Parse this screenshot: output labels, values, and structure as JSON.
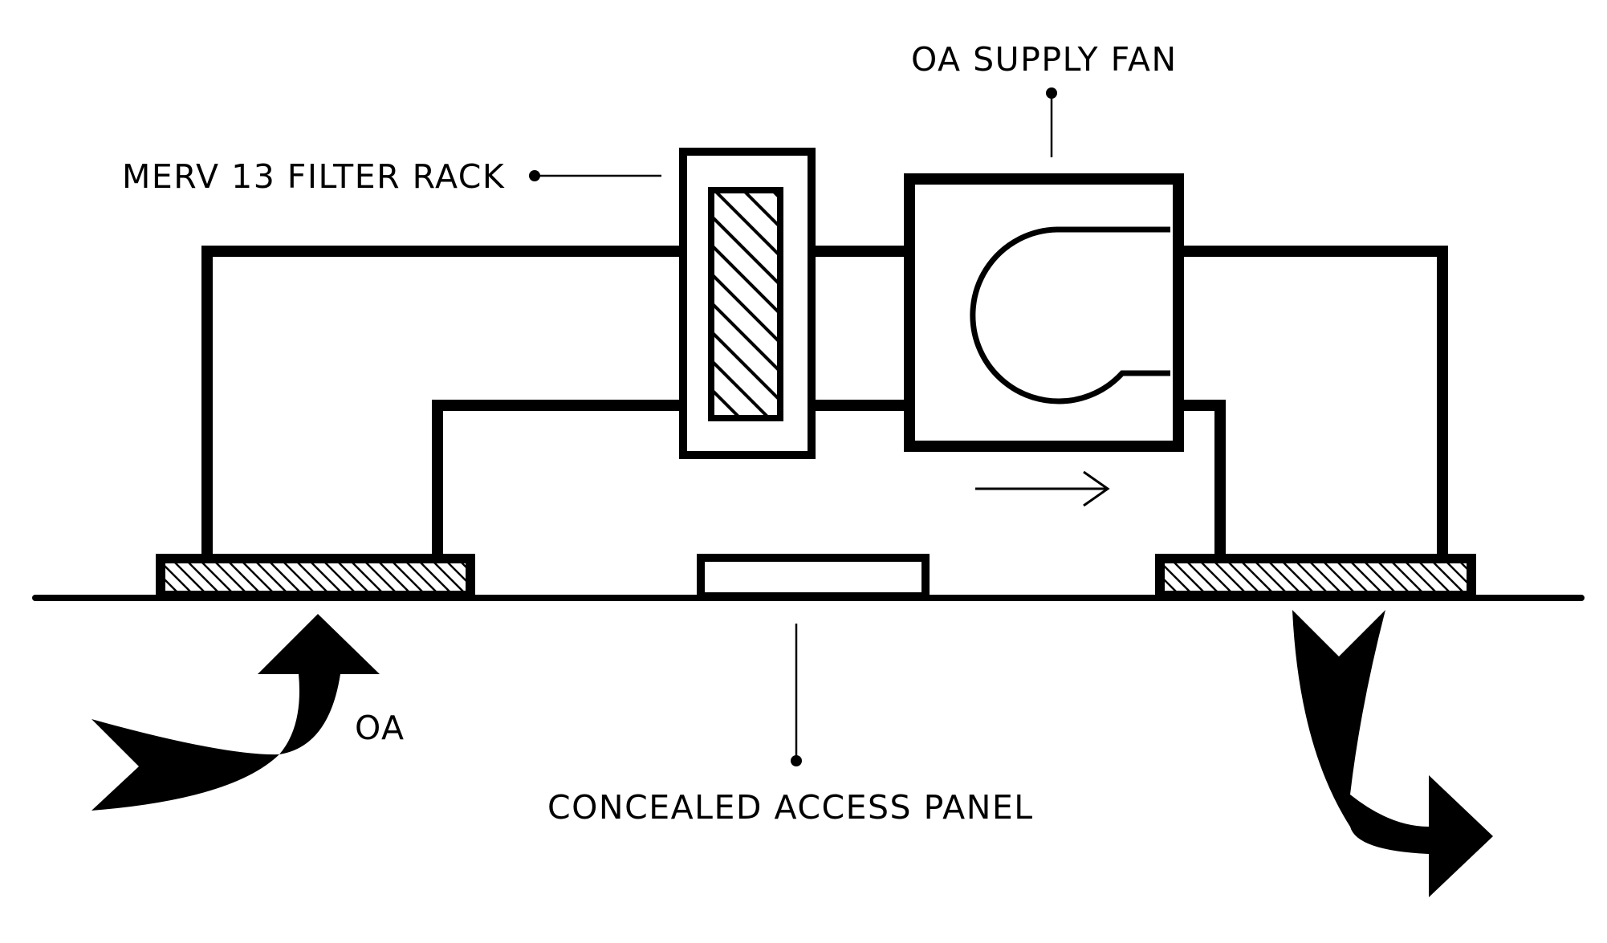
{
  "labels": {
    "oa_supply_fan": "OA SUPPLY FAN",
    "merv_filter_rack": "MERV 13 FILTER RACK",
    "outside_air": "OA",
    "concealed_access_panel": "CONCEALED ACCESS PANEL"
  },
  "colors": {
    "ink": "#000000",
    "background": "#ffffff"
  }
}
